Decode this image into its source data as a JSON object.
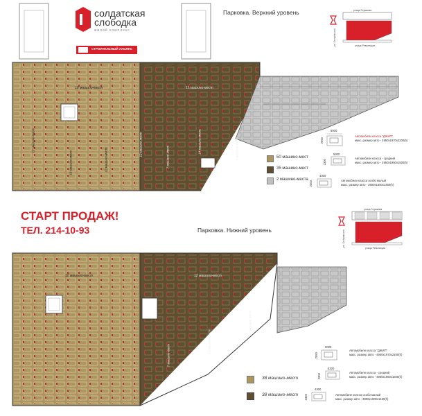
{
  "brand": {
    "name_line1": "солдатская",
    "name_line2": "слободка",
    "tagline": "жилой комплекс",
    "developer": "СТРОИТЕЛЬНЫЙ АЛЬЯНС"
  },
  "upper_level": {
    "title": "Парковка. Верхний уровень",
    "zone_labels": [
      "10 машино-мест",
      "11 машино-мест",
      "12 машино-мест",
      "18 машино-мест",
      "12 машино-мест",
      "12 машино-мест",
      "7 машино-мест",
      "3 машино-мест",
      "14 машино-мест"
    ],
    "legend": [
      {
        "label": "50 машино-мест",
        "color": "#ad9560"
      },
      {
        "label": "35 машино-мест",
        "color": "#5f4f30"
      },
      {
        "label": "2 машино-места",
        "color": "#c0c0c0"
      }
    ]
  },
  "lower_level": {
    "title": "Парковка. Нижний уровень",
    "zone_labels": [
      "10 машино-мест",
      "12 машино-мест",
      "7 машино-мест",
      "14 машино-мест",
      "8 машино-мест"
    ],
    "legend": [
      {
        "label": "38 машино-мест",
        "color": "#ad9560"
      },
      {
        "label": "38 машино-мест",
        "color": "#5f4f30"
      }
    ]
  },
  "promo": {
    "headline": "СТАРТ ПРОДАЖ!",
    "phone": "ТЕЛ. 214-10-93"
  },
  "site_plan": {
    "street_top": "улица Глушкова",
    "street_left": "ул. Островского",
    "street_bottom": "улица Революции"
  },
  "car_classes": [
    {
      "length": "6000",
      "height": "2550",
      "class_name": "Автомобили класса \"ДЖИП\"",
      "max_size": "макс. размер авто - 4950х1970х2200(h)"
    },
    {
      "length": "5300",
      "height": "2300",
      "class_name": "Автомобили класса - средний",
      "max_size": "макс. размер авто - 4950х1950х1500(h)"
    },
    {
      "length": "4300",
      "height": "2300",
      "class_name": "Автомобили класса особо малый",
      "max_size": "макс. размер авто - 3800х1600х1450(h)"
    }
  ],
  "colors": {
    "zone_light": "#ad9560",
    "zone_dark": "#5f4f30",
    "zone_gray": "#c0c0c0",
    "accent_red": "#d8202a"
  }
}
